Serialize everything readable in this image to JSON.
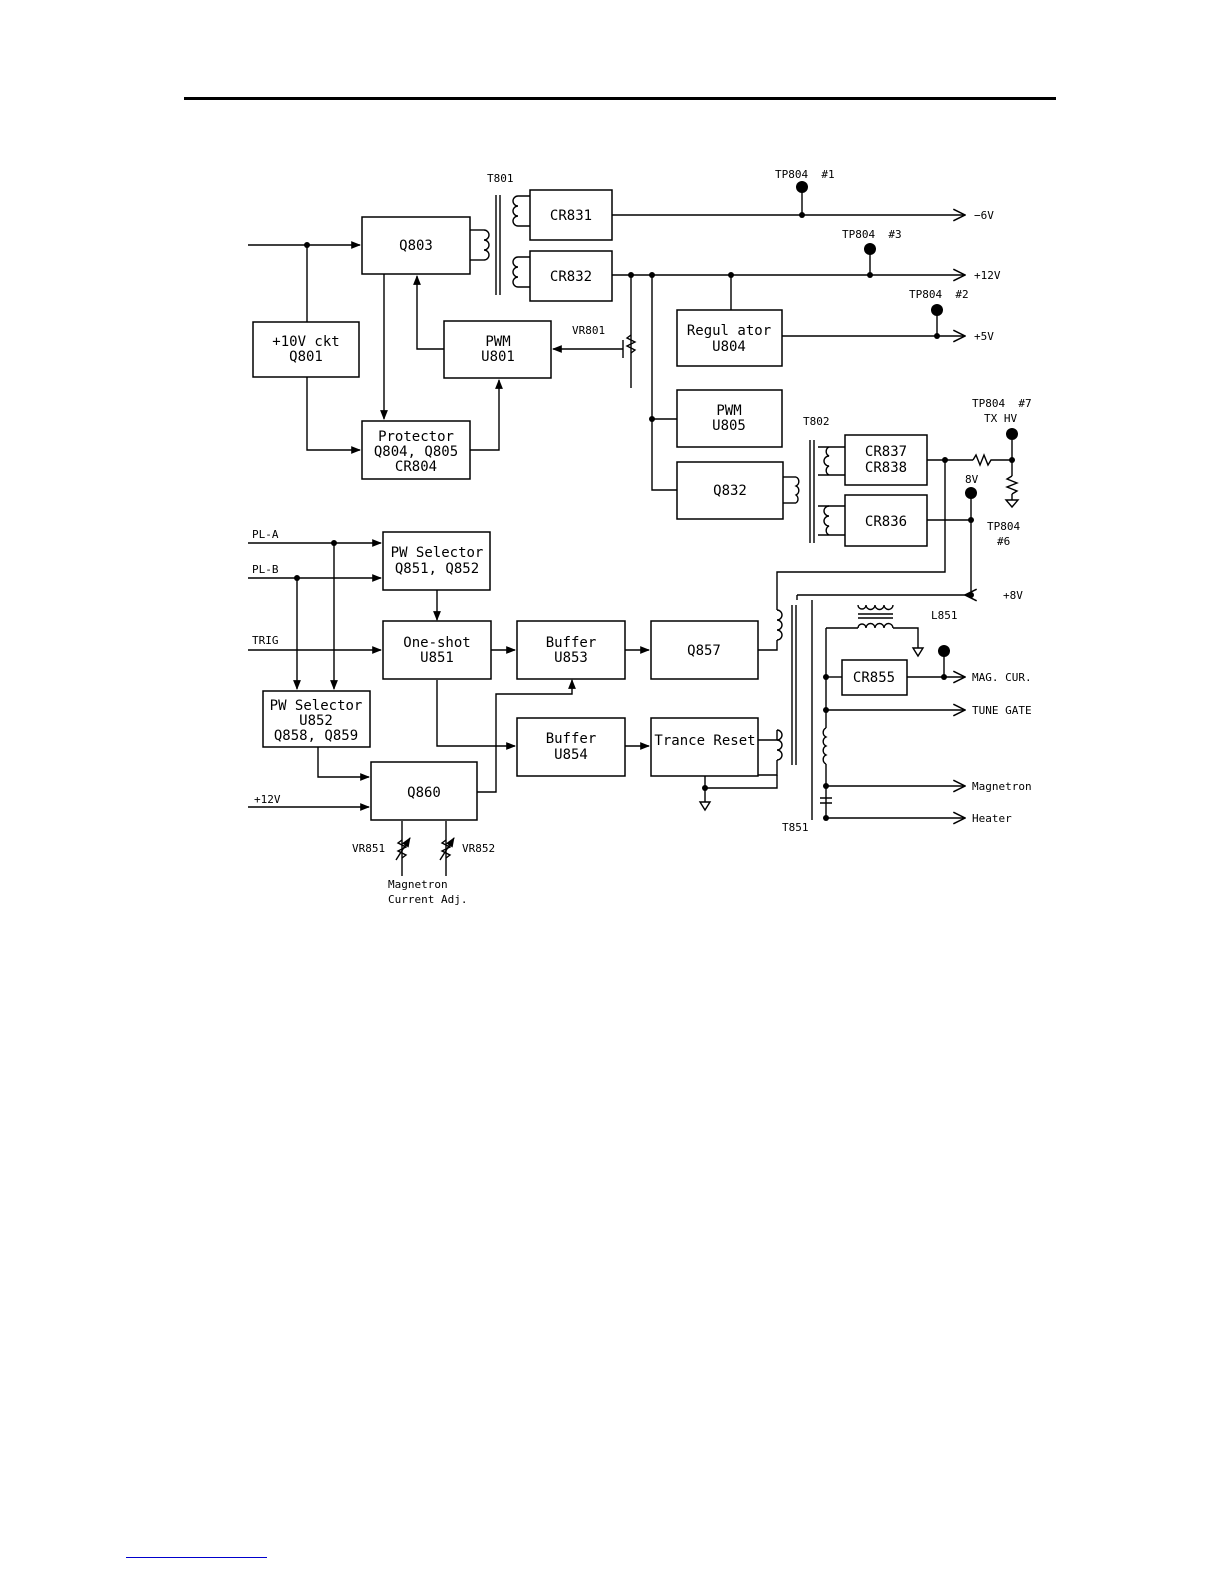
{
  "blocks": {
    "q803": [
      "Q803"
    ],
    "cr831": [
      "CR831"
    ],
    "cr832": [
      "CR832"
    ],
    "ckt10v": [
      "+10V ckt",
      "Q801"
    ],
    "pwm801": [
      "PWM",
      "U801"
    ],
    "protector": [
      "Protector",
      "Q804, Q805",
      "CR804"
    ],
    "regulator": [
      "Regul ator",
      "U804"
    ],
    "pwm805": [
      "PWM",
      "U805"
    ],
    "q832": [
      "Q832"
    ],
    "cr837": [
      "CR837",
      "CR838"
    ],
    "cr836": [
      "CR836"
    ],
    "pwsel_q851": [
      "PW Selector",
      "Q851, Q852"
    ],
    "oneshot": [
      "One-shot",
      "U851"
    ],
    "buffer853": [
      "Buffer",
      "U853"
    ],
    "q857": [
      "Q857"
    ],
    "pwsel_u852": [
      "PW Selector",
      "U852",
      "Q858, Q859"
    ],
    "buffer854": [
      "Buffer",
      "U854"
    ],
    "trance_reset": [
      "Trance Reset"
    ],
    "q860": [
      "Q860"
    ],
    "cr855": [
      "CR855"
    ]
  },
  "labels": {
    "t801": "T801",
    "t802": "T802",
    "t851": "T851",
    "l851": "L851",
    "vr801": "VR801",
    "vr851": "VR851",
    "vr852": "VR852",
    "tp1": "TP804  #1",
    "tp3": "TP804  #3",
    "tp2": "TP804  #2",
    "tp7": "TP804  #7",
    "txhv": "TX HV",
    "v8": "8V",
    "tp6a": "TP804",
    "tp6b": "#6",
    "mag_adj_1": "Magnetron",
    "mag_adj_2": "Current Adj."
  },
  "inputs": {
    "pla": "PL-A",
    "plb": "PL-B",
    "trig": "TRIG",
    "v12": "+12V"
  },
  "outputs": {
    "m6v": "−6V",
    "p12v": "+12V",
    "p5v": "+5V",
    "p8v": "+8V",
    "magcur": "MAG. CUR.",
    "tunegate": "TUNE GATE",
    "magnetron": "Magnetron",
    "heater": "Heater"
  }
}
